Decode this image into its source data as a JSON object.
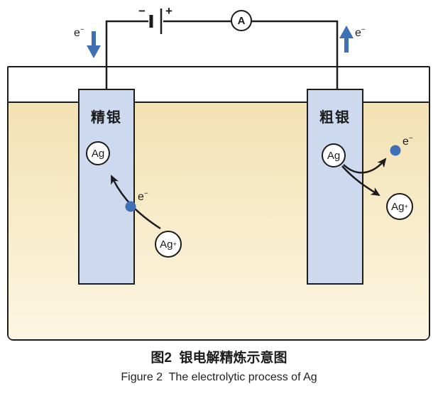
{
  "circuit": {
    "battery_minus_label": "−",
    "battery_plus_label": "+",
    "ammeter_label": "A"
  },
  "electrodes": {
    "cathode_label": "精银",
    "anode_label": "粗银"
  },
  "labels": {
    "electron": {
      "base": "e",
      "sup": "−"
    },
    "silver_atom": "Ag",
    "silver_ion": {
      "base": "Ag",
      "sup": "+"
    }
  },
  "captions": {
    "zh": "图2  银电解精炼示意图",
    "en": "Figure 2  The electrolytic process of Ag"
  },
  "colors": {
    "accent_blue": "#3f6fb5",
    "electrode_fill": "#ccd9ee",
    "liquid_top": "#f3e1b3",
    "liquid_bottom": "#fcf6e2",
    "line_dark": "#1c1c1c"
  }
}
